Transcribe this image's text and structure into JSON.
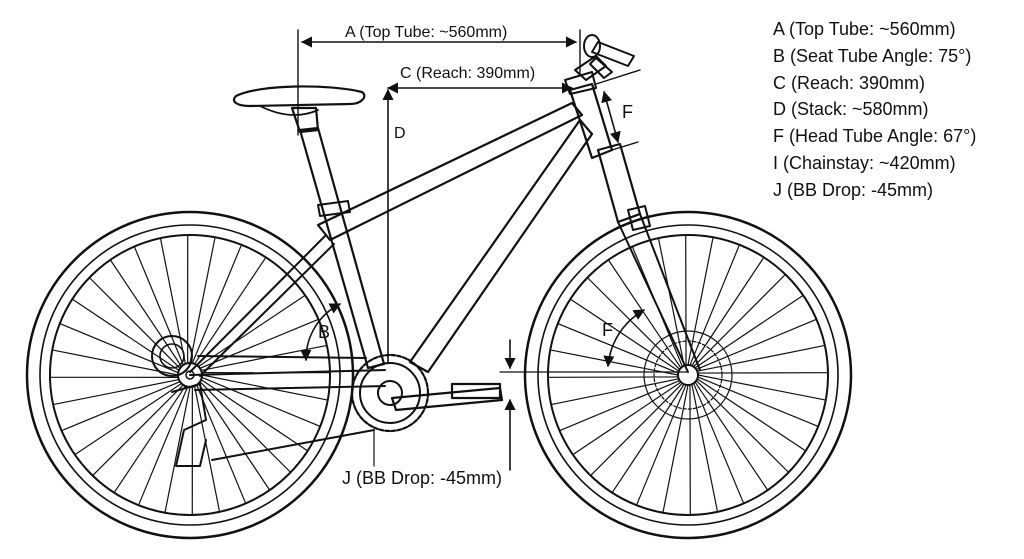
{
  "diagram": {
    "labels": {
      "top_tube": "A (Top Tube: ~560mm)",
      "reach": "C (Reach: 390mm)",
      "stack": "D",
      "seat_angle": "B",
      "head_angle_top": "F",
      "head_angle_fork": "F",
      "bb_drop": "J (BB Drop: -45mm)"
    },
    "legend": [
      "A (Top Tube: ~560mm)",
      "B (Seat Tube Angle: 75°)",
      "C (Reach: 390mm)",
      "D (Stack: ~580mm)",
      "F (Head Tube Angle: 67°)",
      "I (Chainstay: ~420mm)",
      "J (BB Drop: -45mm)"
    ]
  }
}
